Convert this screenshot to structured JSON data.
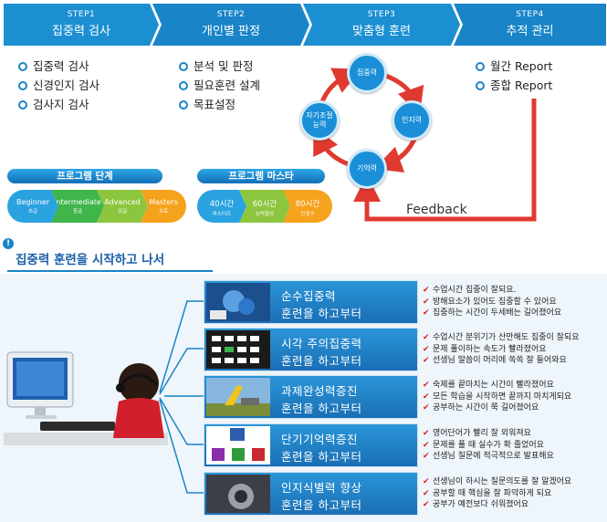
{
  "steps": [
    {
      "label": "STEP1",
      "title": "집중력 검사"
    },
    {
      "label": "STEP2",
      "title": "개인별 판정"
    },
    {
      "label": "STEP3",
      "title": "맞춤형 훈련"
    },
    {
      "label": "STEP4",
      "title": "추적 관리"
    }
  ],
  "step1_items": [
    "집중력 검사",
    "신경인지 검사",
    "검사지 검사"
  ],
  "step2_items": [
    "분석 및 판정",
    "필요훈련 설계",
    "목표설정"
  ],
  "step4_items": [
    "월간 Report",
    "종합 Report"
  ],
  "cycle": {
    "top": "집중력",
    "right": "인지력",
    "bottom": "기억력",
    "left_line1": "자기조절",
    "left_line2": "능력",
    "feedback": "Feedback"
  },
  "program_stage": {
    "title": "프로그램 단계",
    "levels": [
      {
        "en": "Beginner",
        "ko": "초급"
      },
      {
        "en": "Intermediate",
        "ko": "중급"
      },
      {
        "en": "Advanced",
        "ko": "상급"
      },
      {
        "en": "Masters",
        "ko": "수료"
      }
    ]
  },
  "program_master": {
    "title": "프로그램 마스타",
    "levels": [
      {
        "en": "40시간",
        "ko": "마스터즈"
      },
      {
        "en": "60시간",
        "ko": "능력향상"
      },
      {
        "en": "80시간",
        "ko": "인생구"
      }
    ]
  },
  "section": {
    "icon": "!",
    "title": "집중력 훈련을 시작하고 나서"
  },
  "trainings": [
    {
      "line1": "순수집중력",
      "line2": "훈련을 하고부터",
      "results": [
        "수업시간 집중이 잘되요.",
        "방해요소가 있어도 집중할 수 있어요",
        "집중하는 시간이 두세배는 길어졌어요"
      ]
    },
    {
      "line1": "시각 주의집중력",
      "line2": "훈련을 하고부터",
      "results": [
        "수업시간 분위기가 산만해도 집중이 잘되요",
        "문제 풀이하는 속도가 빨라졌어요",
        "선생님 말씀이 머리에 쏙쏙 잘 들어와요"
      ]
    },
    {
      "line1": "과제완성력증진",
      "line2": "훈련을 하고부터",
      "results": [
        "숙제를 끝마치는 시간이 빨라졌어요",
        "모든 학습을 시작하면 끝까지 마치게되요",
        "공부하는 시간이 쭉 길어졌어요"
      ]
    },
    {
      "line1": "단기기억력증진",
      "line2": "훈련을 하고부터",
      "results": [
        "영어단어가 빨리 잘 외워져요",
        "문제를 풀 때 실수가 확 줄었어요",
        "선생님 질문에 적극적으로 발표해요"
      ]
    },
    {
      "line1": "인지식별력 향상",
      "line2": "훈련을 하고부터",
      "results": [
        "선생님이 하시는 질문의도를 잘 알겠어요",
        "공부할 때 핵심을 잘 파악하게 되요",
        "공부가 예전보다 쉬워졌어요"
      ]
    }
  ],
  "colors": {
    "primary": "#1a84c8",
    "check": "#e02020",
    "green": "#3fb54a",
    "lime": "#8cc63f",
    "orange": "#f5a21c",
    "feedback_arrow": "#e03a30"
  }
}
